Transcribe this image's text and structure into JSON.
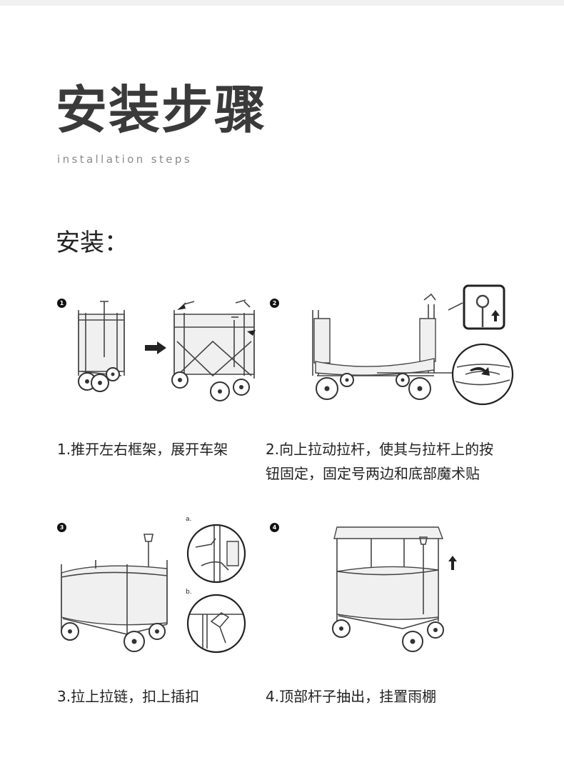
{
  "header": {
    "title": "安装步骤",
    "subtitle": "installation steps"
  },
  "section_label": "安装：",
  "steps": [
    {
      "number": "1",
      "caption_lines": [
        "1.推开左右框架，展开车架"
      ]
    },
    {
      "number": "2",
      "caption_lines": [
        "2.向上拉动拉杆，使其与拉杆上的按",
        "钮固定，固定号两边和底部魔术贴"
      ]
    },
    {
      "number": "3",
      "caption_lines": [
        "3.拉上拉链，扣上插扣"
      ],
      "detail_labels": [
        "a.",
        "b."
      ]
    },
    {
      "number": "4",
      "caption_lines": [
        "4.顶部杆子抽出，挂置雨棚"
      ]
    }
  ],
  "icons": [
    "arrow-right-icon",
    "arrow-up-icon",
    "button-lock-icon"
  ],
  "colors": {
    "title": "#3a3a3a",
    "subtitle": "#8a8a8a",
    "text": "#222222",
    "line": "#444444"
  }
}
